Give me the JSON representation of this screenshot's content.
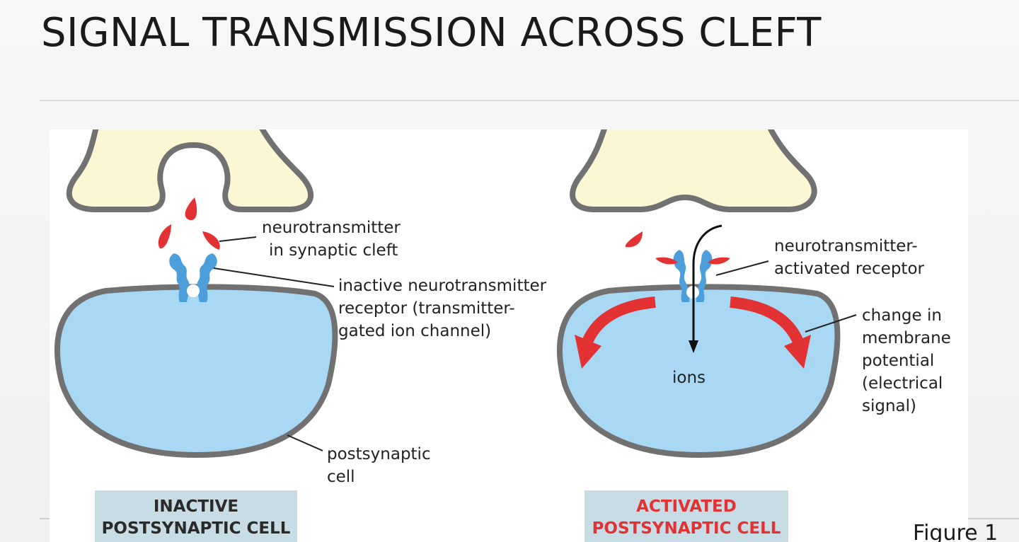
{
  "slide": {
    "title": "SIGNAL TRANSMISSION ACROSS CLEFT",
    "figure_caption": "Figure 1"
  },
  "diagram": {
    "left_panel": {
      "labels": {
        "neurotransmitter_line1": "neurotransmitter",
        "neurotransmitter_line2": "in synaptic cleft",
        "receptor_line1": "inactive neurotransmitter",
        "receptor_line2": "receptor (transmitter-",
        "receptor_line3": "gated ion channel)",
        "cell_line1": "postsynaptic",
        "cell_line2": "cell"
      },
      "state_box": {
        "line1": "INACTIVE",
        "line2": "POSTSYNAPTIC CELL"
      }
    },
    "right_panel": {
      "labels": {
        "receptor_line1": "neurotransmitter-",
        "receptor_line2": "activated receptor",
        "ions": "ions",
        "potential_line1": "change in",
        "potential_line2": "membrane",
        "potential_line3": "potential",
        "potential_line4": "(electrical",
        "potential_line5": "signal)"
      },
      "state_box": {
        "line1": "ACTIVATED",
        "line2": "POSTSYNAPTIC CELL"
      }
    },
    "colors": {
      "presynaptic_fill": "#fbf6d3",
      "cell_fill": "#a9d8f4",
      "outline": "#717171",
      "neurotransmitter": "#e23234",
      "receptor": "#4d9fdb",
      "state_box_fill": "#c7dce5",
      "inactive_text": "#2a2a2a",
      "activated_text": "#e23234",
      "ion_arrow": "#111111"
    }
  }
}
